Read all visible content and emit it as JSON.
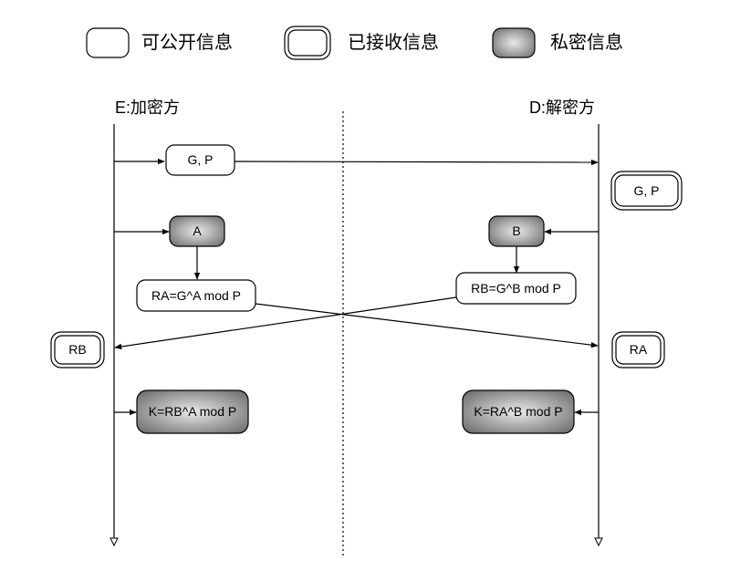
{
  "legend": {
    "public_label": "可公开信息",
    "received_label": "已接收信息",
    "private_label": "私密信息"
  },
  "parties": {
    "encryptor": "E:加密方",
    "decryptor": "D:解密方"
  },
  "boxes": {
    "gp_public": "G, P",
    "gp_received": "G, P",
    "a_private": "A",
    "b_private": "B",
    "ra_public": "RA=G^A mod P",
    "rb_public": "RB=G^B mod P",
    "rb_received": "RB",
    "ra_received": "RA",
    "k_left": "K=RB^A mod P",
    "k_right": "K=RA^B mod P"
  },
  "colors": {
    "stroke": "#000000",
    "private_light": "#eaeaea",
    "private_dark": "#6f6f6f"
  }
}
